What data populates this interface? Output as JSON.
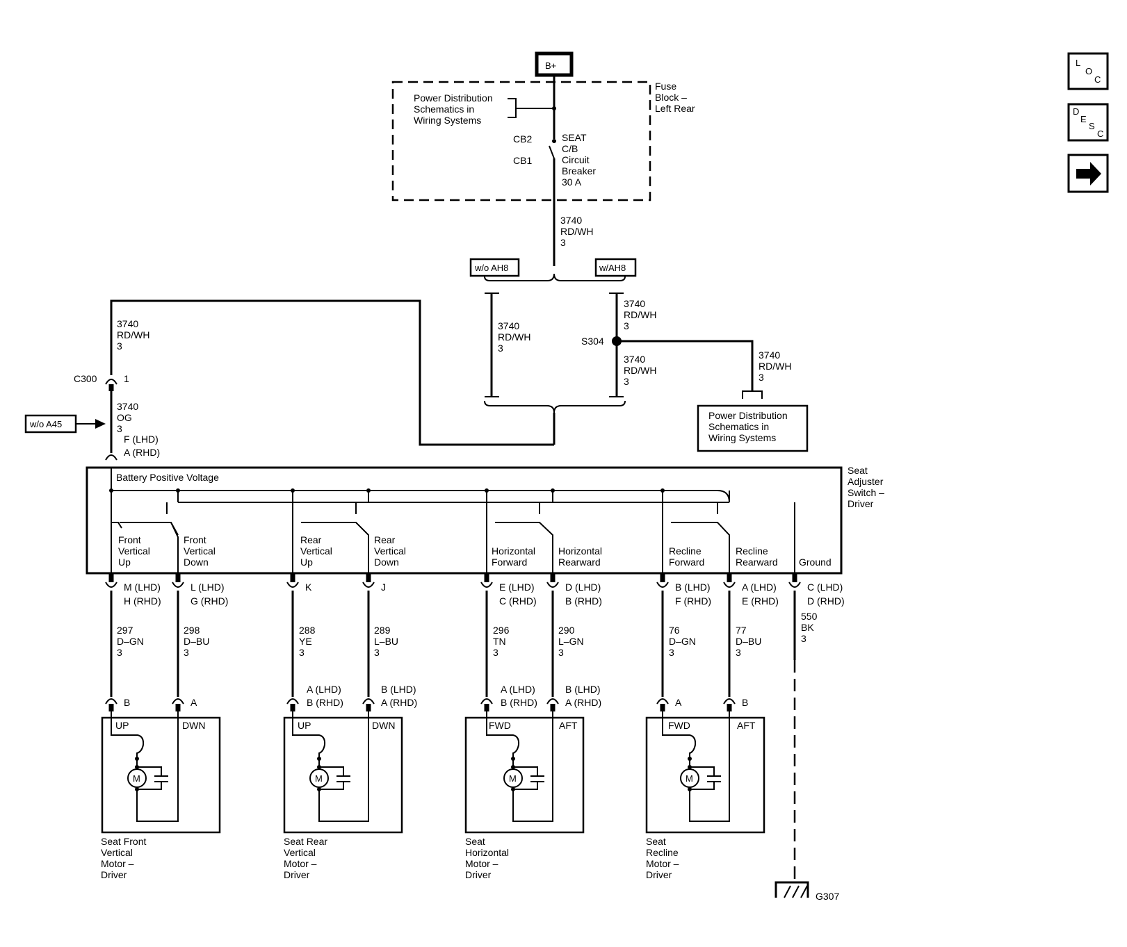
{
  "nav": {
    "loc": [
      "L",
      "O",
      "C"
    ],
    "desc": [
      "D",
      "E",
      "S",
      "C"
    ],
    "next_arrow": "next-arrow-icon"
  },
  "power": {
    "bplus": "B+",
    "pds_top": [
      "Power Distribution",
      "Schematics in",
      "Wiring Systems"
    ],
    "fuse_block": [
      "Fuse",
      "Block –",
      "Left Rear"
    ],
    "cb2": "CB2",
    "cb1": "CB1",
    "breaker": [
      "SEAT",
      "C/B",
      "Circuit",
      "Breaker",
      "30 A"
    ],
    "wire_main": [
      "3740",
      "RD/WH",
      "3"
    ]
  },
  "options": {
    "wo_ah8": "w/o AH8",
    "w_ah8": "w/AH8",
    "wire_left": [
      "3740",
      "RD/WH",
      "3"
    ],
    "wire_upper": [
      "3740",
      "RD/WH",
      "3"
    ],
    "wire_lower": [
      "3740",
      "RD/WH",
      "3"
    ],
    "splice": "S304",
    "wire_pds": [
      "3740",
      "RD/WH",
      "3"
    ],
    "pds_box": [
      "Power Distribution",
      "Schematics in",
      "Wiring Systems"
    ]
  },
  "left_feed": {
    "wire_top": [
      "3740",
      "RD/WH",
      "3"
    ],
    "c300": "C300",
    "c300_pin": "1",
    "wire_og": [
      "3740",
      "OG",
      "3"
    ],
    "wo_a45": "w/o A45",
    "pin_f": "F (LHD)",
    "pin_a": "A (RHD)"
  },
  "switch": {
    "battery_label": "Battery Positive Voltage",
    "title": [
      "Seat",
      "Adjuster",
      "Switch –",
      "Driver"
    ],
    "ground_label": "Ground",
    "labels": [
      [
        "Front",
        "Vertical",
        "Up"
      ],
      [
        "Front",
        "Vertical",
        "Down"
      ],
      [
        "Rear",
        "Vertical",
        "Up"
      ],
      [
        "Rear",
        "Vertical",
        "Down"
      ],
      [
        "Horizontal",
        "Forward"
      ],
      [
        "Horizontal",
        "Rearward"
      ],
      [
        "Recline",
        "Forward"
      ],
      [
        "Recline",
        "Rearward"
      ]
    ]
  },
  "circuits": [
    {
      "pins": [
        "M (LHD)",
        "H (RHD)"
      ],
      "wire": [
        "297",
        "D–GN",
        "3"
      ],
      "motor_pins": [
        "B"
      ]
    },
    {
      "pins": [
        "L (LHD)",
        "G (RHD)"
      ],
      "wire": [
        "298",
        "D–BU",
        "3"
      ],
      "motor_pins": [
        "A"
      ]
    },
    {
      "pins": [
        "K"
      ],
      "wire": [
        "288",
        "YE",
        "3"
      ],
      "motor_pins": [
        "A (LHD)",
        "B (RHD)"
      ]
    },
    {
      "pins": [
        "J"
      ],
      "wire": [
        "289",
        "L–BU",
        "3"
      ],
      "motor_pins": [
        "B (LHD)",
        "A (RHD)"
      ]
    },
    {
      "pins": [
        "E (LHD)",
        "C (RHD)"
      ],
      "wire": [
        "296",
        "TN",
        "3"
      ],
      "motor_pins": [
        "A (LHD)",
        "B (RHD)"
      ]
    },
    {
      "pins": [
        "D (LHD)",
        "B (RHD)"
      ],
      "wire": [
        "290",
        "L–GN",
        "3"
      ],
      "motor_pins": [
        "B (LHD)",
        "A (RHD)"
      ]
    },
    {
      "pins": [
        "B (LHD)",
        "F (RHD)"
      ],
      "wire": [
        "76",
        "D–GN",
        "3"
      ],
      "motor_pins": [
        "A"
      ]
    },
    {
      "pins": [
        "A (LHD)",
        "E (RHD)"
      ],
      "wire": [
        "77",
        "D–BU",
        "3"
      ],
      "motor_pins": [
        "B"
      ]
    }
  ],
  "ground": {
    "pins": [
      "C (LHD)",
      "D (RHD)"
    ],
    "wire": [
      "550",
      "BK",
      "3"
    ],
    "label": "G307"
  },
  "motors": [
    {
      "left": "UP",
      "right": "DWN",
      "symbol": "M",
      "name": [
        "Seat Front",
        "Vertical",
        "Motor –",
        "Driver"
      ]
    },
    {
      "left": "UP",
      "right": "DWN",
      "symbol": "M",
      "name": [
        "Seat Rear",
        "Vertical",
        "Motor –",
        "Driver"
      ]
    },
    {
      "left": "FWD",
      "right": "AFT",
      "symbol": "M",
      "name": [
        "Seat",
        "Horizontal",
        "Motor –",
        "Driver"
      ]
    },
    {
      "left": "FWD",
      "right": "AFT",
      "symbol": "M",
      "name": [
        "Seat",
        "Recline",
        "Motor –",
        "Driver"
      ]
    }
  ]
}
